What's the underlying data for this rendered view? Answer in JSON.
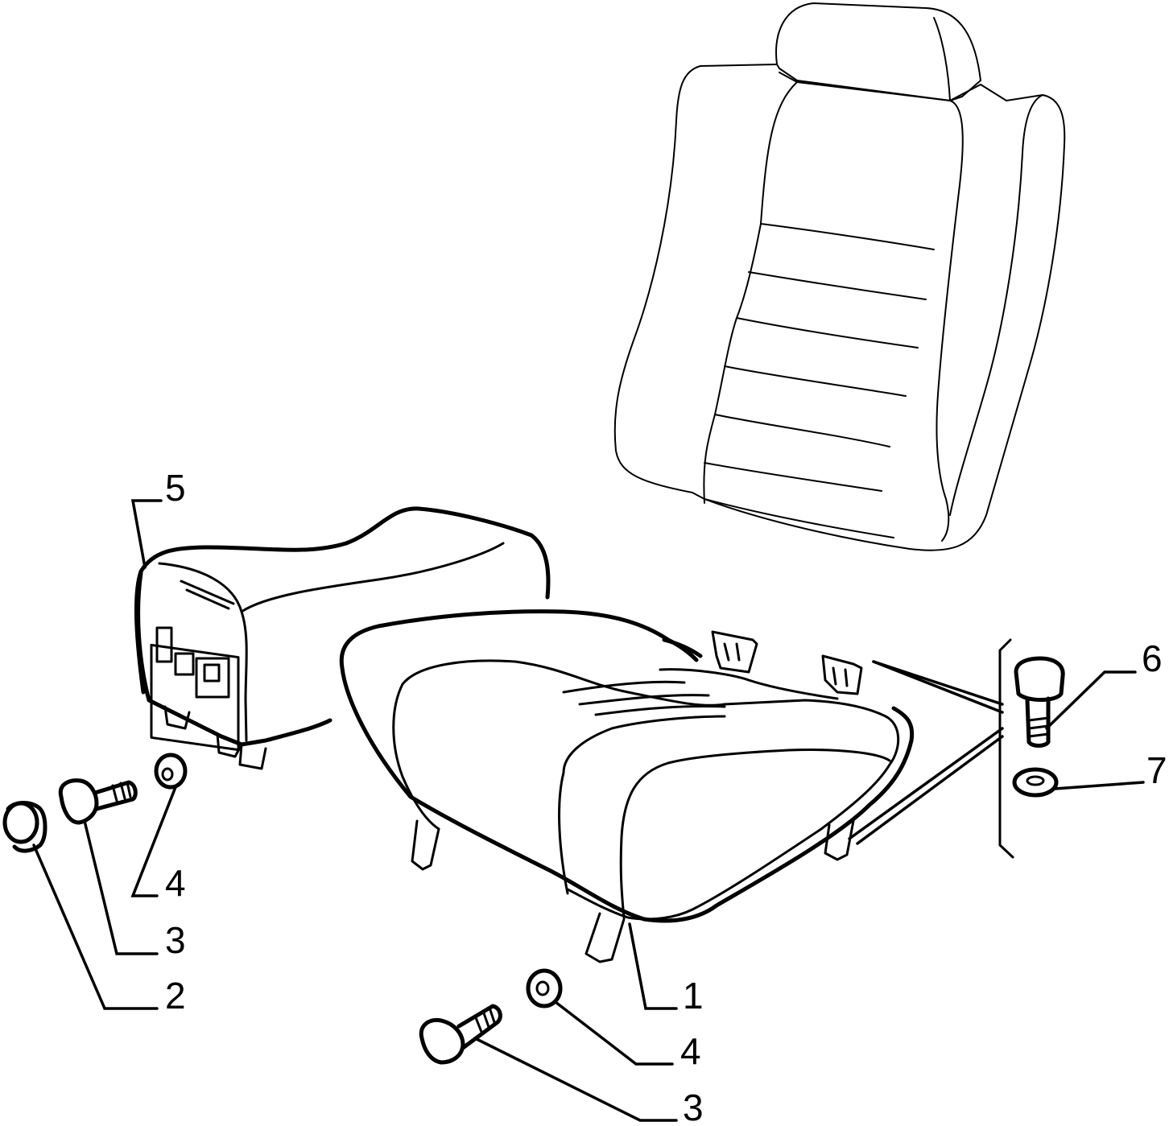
{
  "callouts": [
    {
      "id": "label-5",
      "text": "5"
    },
    {
      "id": "label-6",
      "text": "6"
    },
    {
      "id": "label-7",
      "text": "7"
    },
    {
      "id": "label-4a",
      "text": "4"
    },
    {
      "id": "label-3a",
      "text": "3"
    },
    {
      "id": "label-2",
      "text": "2"
    },
    {
      "id": "label-1",
      "text": "1"
    },
    {
      "id": "label-4b",
      "text": "4"
    },
    {
      "id": "label-3b",
      "text": "3"
    }
  ],
  "colors": {
    "line": "#000000",
    "background": "#ffffff"
  }
}
